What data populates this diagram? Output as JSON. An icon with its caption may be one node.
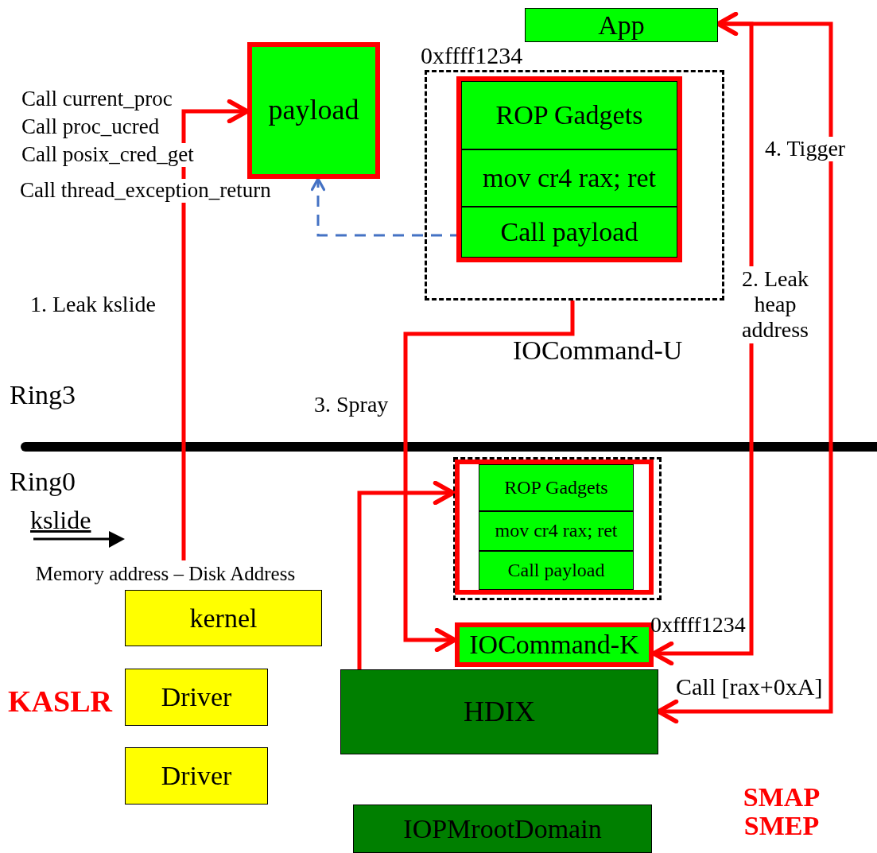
{
  "diagram": {
    "nodes": [
      {
        "text": [
          "payload"
        ]
      },
      {
        "text": [
          "0xffff1234"
        ],
        "beside": [
          "IOCommand-U"
        ]
      },
      {
        "text": [
          "ROP Gadgets"
        ],
        "in": 1
      },
      {
        "text": [
          "mov cr4 rax; ret"
        ],
        "in": 1
      },
      {
        "text": [
          "Call payload"
        ],
        "in": 1
      },
      {
        "text": [
          "App"
        ]
      },
      {
        "text": [],
        "shape": "box"
      },
      {
        "text": [
          "ROP Gadgets"
        ],
        "in": 6
      },
      {
        "text": [
          "mov cr4 rax; ret"
        ],
        "in": 6
      },
      {
        "text": [
          "Call payload"
        ],
        "in": 6
      },
      {
        "text": [
          "IOCommand-K"
        ],
        "beside": [
          "0xffff1234"
        ]
      },
      {
        "text": [
          "HDIX"
        ]
      },
      {
        "text": [
          "kernel"
        ]
      },
      {
        "text": [
          "Driver"
        ]
      },
      {
        "text": [
          "Driver"
        ]
      },
      {
        "text": [
          "IOPMrootDomain"
        ]
      },
      {
        "text": [
          "Memory address – Disk Address"
        ]
      }
    ],
    "edges": [
      {
        "from": 16,
        "to": 0,
        "arrow": "to",
        "label": "1. Leak kslide"
      },
      {
        "from": 4,
        "to": 0,
        "arrow": "to",
        "style": "dashed",
        "color": "#4472c4"
      },
      {
        "from": 1,
        "to": 10,
        "arrow": "to",
        "label": "3. Spray"
      },
      {
        "from": 11,
        "to": 6,
        "arrow": "to"
      },
      {
        "from": 5,
        "to": 10,
        "arrow": "both",
        "label": "2. Leak heap address"
      },
      {
        "from": 5,
        "to": 11,
        "arrow": "to",
        "label": "4. Tigger"
      }
    ],
    "labels": [
      "Call current_proc",
      "Call proc_ucred",
      "Call posix_cred_get",
      "Call thread_exception_return",
      "Ring3",
      "Ring0",
      "kslide",
      "KASLR",
      "Call [rax+0xA]",
      "SMAP SMEP"
    ]
  }
}
